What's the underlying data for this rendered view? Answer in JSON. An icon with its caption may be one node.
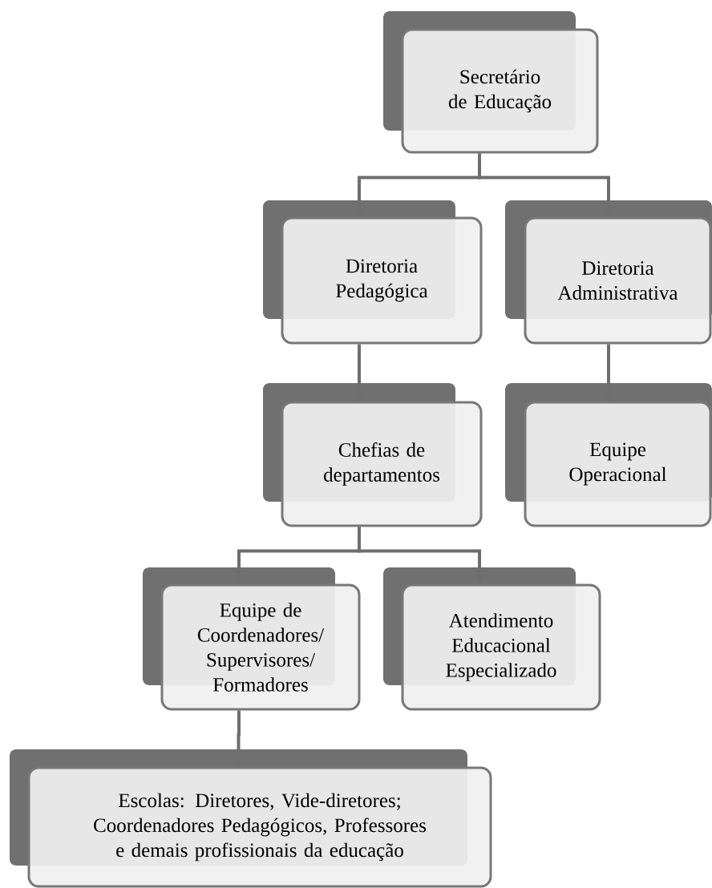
{
  "diagram": {
    "nodes": [
      {
        "text": [
          "Secretário de Educação"
        ]
      },
      {
        "text": [
          "Diretoria Pedagógica"
        ]
      },
      {
        "text": [
          "Diretoria Administrativa"
        ]
      },
      {
        "text": [
          "Chefias de departamentos"
        ]
      },
      {
        "text": [
          "Equipe Operacional"
        ]
      },
      {
        "text": [
          "Equipe de Coordenadores/ Supervisores/ Formadores"
        ]
      },
      {
        "text": [
          "Atendimento Educacional Especializado"
        ]
      },
      {
        "text": [
          "Escolas: Diretores, Vide-diretores; Coordenadores Pedagógicos, Professores e demais profissionais da educação"
        ]
      }
    ],
    "edges": [
      {
        "from": 0,
        "to": 1,
        "arrow": "none"
      },
      {
        "from": 0,
        "to": 2,
        "arrow": "none"
      },
      {
        "from": 1,
        "to": 3,
        "arrow": "none"
      },
      {
        "from": 2,
        "to": 4,
        "arrow": "none"
      },
      {
        "from": 3,
        "to": 5,
        "arrow": "none"
      },
      {
        "from": 3,
        "to": 6,
        "arrow": "none"
      },
      {
        "from": 5,
        "to": 7,
        "arrow": "none"
      }
    ]
  }
}
